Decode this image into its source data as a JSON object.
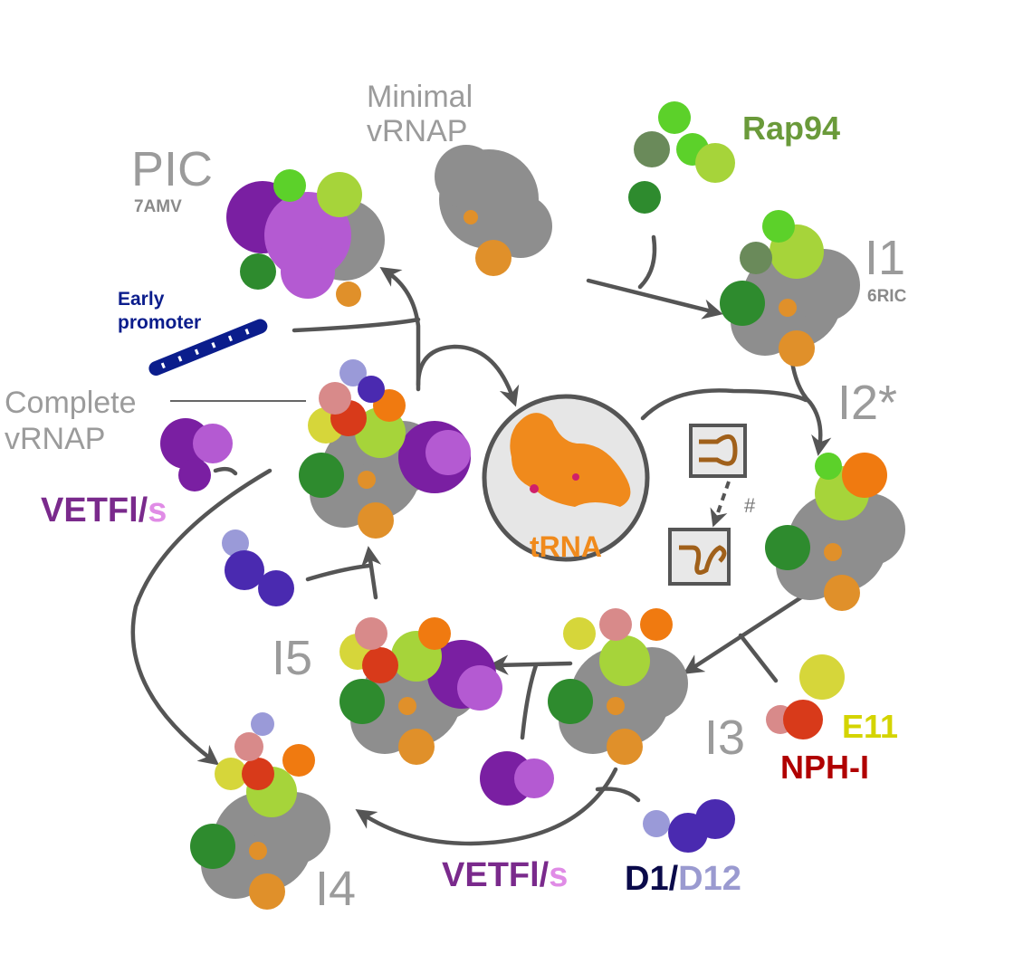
{
  "labels": {
    "minimal_vrnap": [
      "Minimal",
      "vRNAP"
    ],
    "rap94": "Rap94",
    "pic": "PIC",
    "pic_pdb": "7AMV",
    "i1": "I1",
    "i1_pdb": "6RIC",
    "i2": "I2*",
    "early_promoter": [
      "Early",
      "promoter"
    ],
    "complete_vrnap": [
      "Complete",
      "vRNAP"
    ],
    "vetf_left": {
      "part1": "VETFl/",
      "part2": "s"
    },
    "trna": "tRNA",
    "hash": "#",
    "i5": "I5",
    "i3": "I3",
    "e11": "E11",
    "nph1": "NPH-I",
    "i4": "I4",
    "vetf_bottom": {
      "part1": "VETFl/",
      "part2": "s"
    },
    "d1d12": {
      "part1": "D1/",
      "part2": "D12"
    }
  },
  "colors": {
    "label_gray": "#9b9b9b",
    "rap94_green": "#6a9a3a",
    "promoter_navy": "#0b1d8c",
    "vetf_purple": "#7a2a8c",
    "vetf_pink": "#e08ce6",
    "trna_orange": "#f08a1c",
    "e11_yellow": "#d4d400",
    "nph1_red": "#b00000",
    "d1_navy": "#0a0a4a",
    "d12_lavender": "#9a9ad0",
    "arrow": "#555555"
  }
}
